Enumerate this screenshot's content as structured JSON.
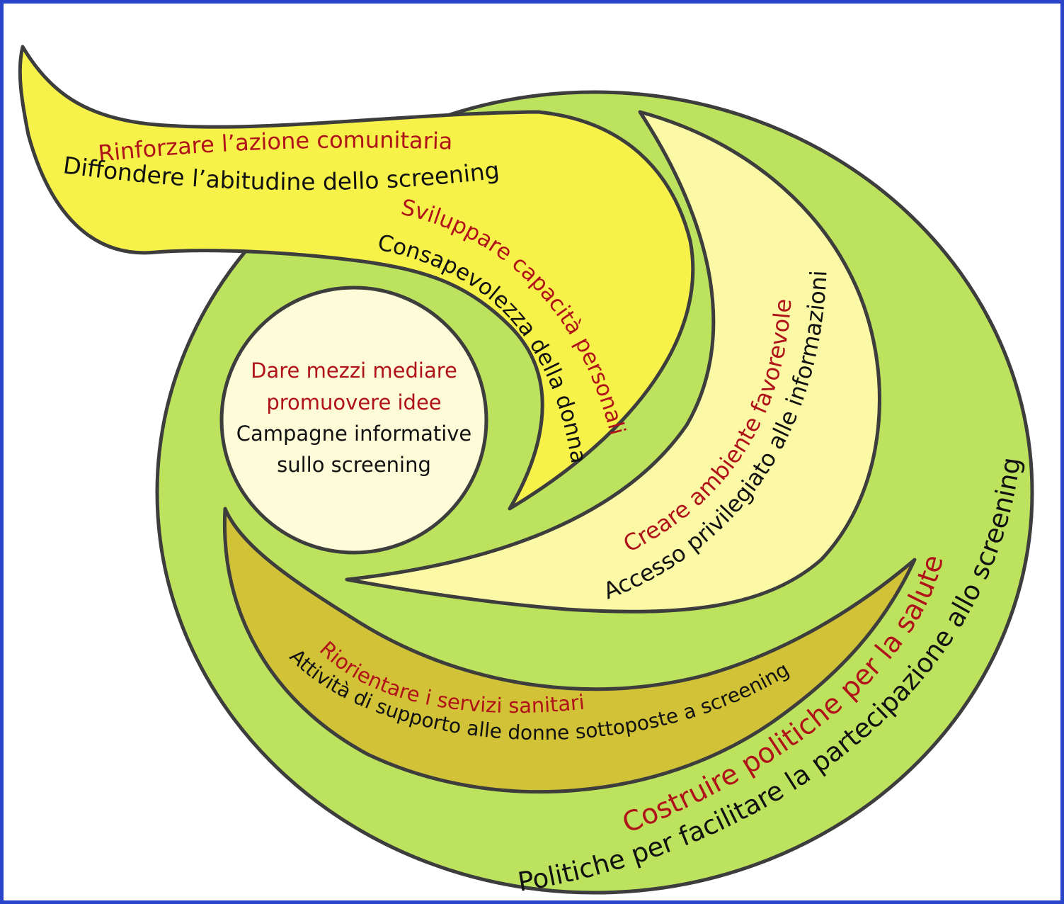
{
  "colors": {
    "frame": "#2a45c9",
    "outer_ring": "#bde35e",
    "comunitaria_band": "#f7f24a",
    "ambiente_band": "#fbf8a6",
    "servizi_band": "#d1c237",
    "center_circle": "#fdfbd8",
    "title_text": "#b0121a",
    "body_text": "#111111"
  },
  "center": {
    "title_line1": "Dare mezzi mediare",
    "title_line2": "promuovere idee",
    "body_line1": "Campagne informative",
    "body_line2": "sullo screening"
  },
  "bands": {
    "comunitaria": {
      "title": "Rinforzare l’azione comunitaria",
      "body": "Diffondere l’abitudine dello screening"
    },
    "personali": {
      "title": "Sviluppare capacità personali",
      "body": "Consapevolezza della donna"
    },
    "ambiente": {
      "title": "Creare ambiente favorevole",
      "body": "Accesso privilegiato alle informazioni"
    },
    "servizi": {
      "title": "Riorientare i servizi sanitari",
      "body": "Attività di supporto alle donne sottoposte a screening"
    },
    "politiche": {
      "title": "Costruire politiche per la salute",
      "body": "Politiche per facilitare la partecipazione allo screening"
    }
  }
}
